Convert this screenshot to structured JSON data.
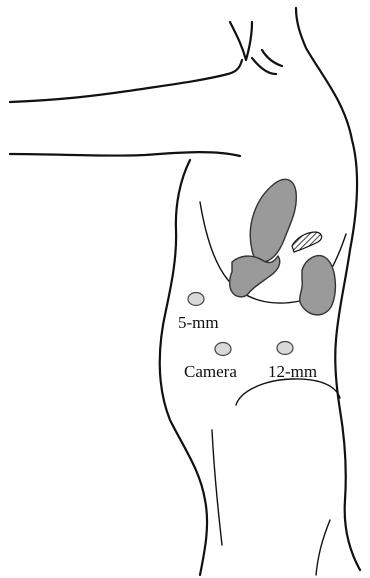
{
  "colors": {
    "organ_fill": "#9a9a9a",
    "port_fill": "#d9d9d9",
    "line": "#111111"
  },
  "ports": [
    {
      "label": "5-mm"
    },
    {
      "label": "Camera"
    },
    {
      "label": "12-mm"
    }
  ]
}
